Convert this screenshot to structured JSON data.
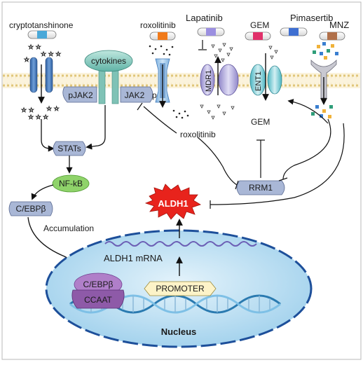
{
  "drugs": {
    "cryptotanshinone": "cryptotanshinone",
    "roxolitinib_top": "roxolitinib",
    "roxolitinib_mid": "roxolitinib",
    "lapatinib": "Lapatinib",
    "gem_top": "GEM",
    "gem_mid": "GEM",
    "pimasertib": "Pimasertib",
    "mnz": "MNZ"
  },
  "proteins": {
    "cytokines": "cytokines",
    "pjak2": "pJAK2",
    "jak2": "JAK2",
    "p": "p",
    "mdr1": "MDR1",
    "ent1": "ENT1",
    "stats": "STATs",
    "nfkb": "NF-kB",
    "cebpb": "C/EBPβ",
    "rrm1": "RRM1",
    "aldh1": "ALDH1"
  },
  "nucleus": {
    "title": "Nucleus",
    "accumulation": "Accumulation",
    "mrna": "ALDH1 mRNA",
    "cebpb": "C/EBPβ",
    "ccaat": "CCAAT",
    "promoter": "PROMOTER"
  },
  "colors": {
    "cryptotanshinone_cap": "#4aa8d8",
    "roxolitinib_cap": "#f07a1a",
    "lapatinib_cap": "#9b8fe0",
    "gem_cap": "#e0316a",
    "pimasertib_cap": "#3f6fd1",
    "mnz_cap": "#b0704a",
    "aldh1_burst": "#e8231c",
    "nfkb_fill": "#8fd36a",
    "nucleus_fill": "#bfe0f2",
    "membrane": "#e8d08a"
  }
}
